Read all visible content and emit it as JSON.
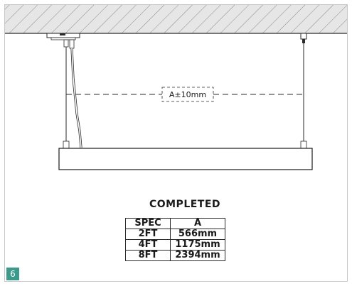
{
  "diagram": {
    "dimension_label": "A±10mm",
    "title": "COMPLETED",
    "step_number": "6"
  },
  "spec_table": {
    "headers": [
      "SPEC",
      "A"
    ],
    "rows": [
      [
        "2FT",
        "566mm"
      ],
      [
        "4FT",
        "1175mm"
      ],
      [
        "8FT",
        "2394mm"
      ]
    ]
  },
  "colors": {
    "step_badge": "#3c9a8c",
    "line": "#1a1a1a"
  }
}
